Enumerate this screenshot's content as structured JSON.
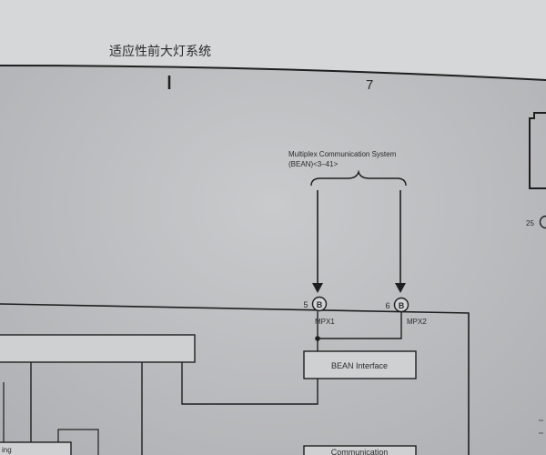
{
  "header": {
    "title": "适应性前大灯系统",
    "page_number": "7"
  },
  "system": {
    "name_line1": "Multiplex Communication System",
    "name_line2": "(BEAN)<3–41>"
  },
  "terminals": [
    {
      "pin": "5",
      "letter": "B",
      "signal": "MPX1"
    },
    {
      "pin": "6",
      "letter": "B",
      "signal": "MPX2"
    }
  ],
  "blocks": {
    "bean_interface": "BEAN Interface",
    "communication": "Communication"
  },
  "right_connector": {
    "pin": "25"
  },
  "left_cutoff_text": "ing",
  "colors": {
    "paper": "#bfc0c2",
    "line": "#1e1e1e"
  }
}
